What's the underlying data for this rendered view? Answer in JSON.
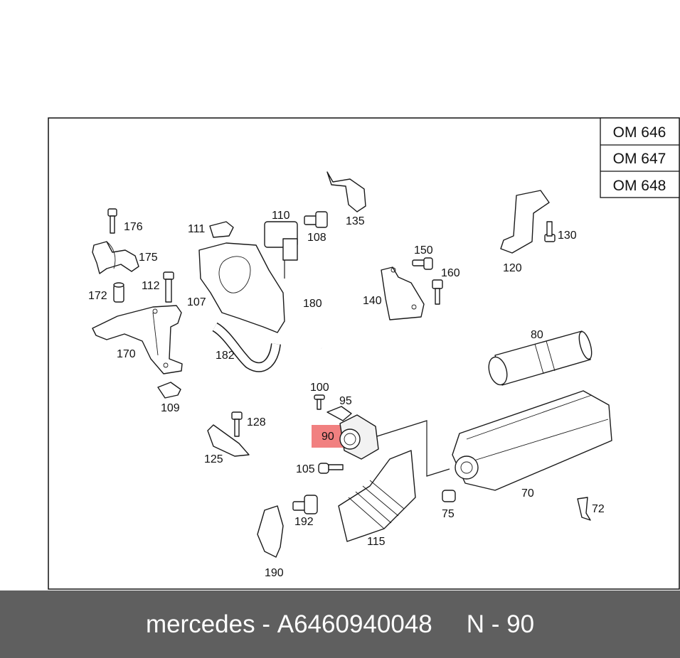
{
  "engine_codes": [
    "OM 646",
    "OM 647",
    "OM 648"
  ],
  "highlight": {
    "part_number": "90",
    "color": "#ee6a6a"
  },
  "callouts": [
    {
      "id": "p176",
      "text": "176"
    },
    {
      "id": "p175",
      "text": "175"
    },
    {
      "id": "p172",
      "text": "172"
    },
    {
      "id": "p112",
      "text": "112"
    },
    {
      "id": "p170",
      "text": "170"
    },
    {
      "id": "p109",
      "text": "109"
    },
    {
      "id": "p111",
      "text": "111"
    },
    {
      "id": "p110",
      "text": "110"
    },
    {
      "id": "p108",
      "text": "108"
    },
    {
      "id": "p107",
      "text": "107"
    },
    {
      "id": "p180",
      "text": "180"
    },
    {
      "id": "p182",
      "text": "182"
    },
    {
      "id": "p135",
      "text": "135"
    },
    {
      "id": "p150",
      "text": "150"
    },
    {
      "id": "p160",
      "text": "160"
    },
    {
      "id": "p140",
      "text": "140"
    },
    {
      "id": "p130",
      "text": "130"
    },
    {
      "id": "p120",
      "text": "120"
    },
    {
      "id": "p80",
      "text": "80"
    },
    {
      "id": "p100",
      "text": "100"
    },
    {
      "id": "p95",
      "text": "95"
    },
    {
      "id": "p90",
      "text": "90"
    },
    {
      "id": "p105",
      "text": "105"
    },
    {
      "id": "p128",
      "text": "128"
    },
    {
      "id": "p125",
      "text": "125"
    },
    {
      "id": "p192",
      "text": "192"
    },
    {
      "id": "p115",
      "text": "115"
    },
    {
      "id": "p190",
      "text": "190"
    },
    {
      "id": "p75",
      "text": "75"
    },
    {
      "id": "p70",
      "text": "70"
    },
    {
      "id": "p72",
      "text": "72"
    }
  ],
  "footer": {
    "brand": "mercedes",
    "separator": "-",
    "part_code": "A6460940048",
    "position_ref": "N - 90"
  }
}
